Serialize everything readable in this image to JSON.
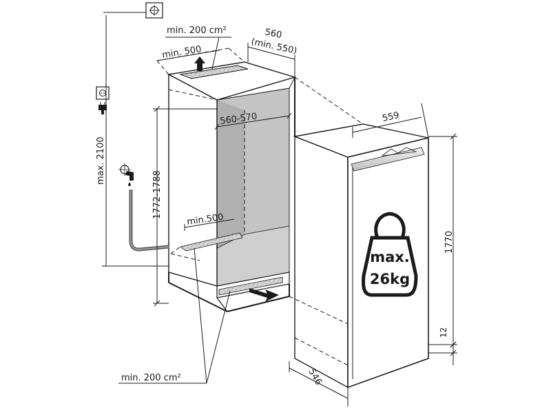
{
  "labels": {
    "vent_top": "min. 200 cm²",
    "depth_top": "min. 500",
    "width_niche": "560",
    "width_niche_min": "(min. 550)",
    "inner_width": "560-570",
    "width_unit": "559",
    "max_height": "max. 2100",
    "niche_height": "1772-1788",
    "depth_bottom": "min.500",
    "unit_height": "1770",
    "small_gap": "12",
    "unit_depth": "546",
    "vent_bottom": "min. 200 cm²",
    "weight_line1": "max.",
    "weight_line2": "26kg"
  },
  "icons": {
    "top_outlet": "socket-icon",
    "side_socket": "socket-icon",
    "plug": "plug-icon",
    "water_tap": "water-tap-icon",
    "weight": "weight-icon"
  },
  "colors": {
    "line": "#1a1a1a",
    "cabinet_inner": "#b8b8b8",
    "cabinet_side": "#d0d0d0",
    "panel_light": "#e8e8e8",
    "vent_pattern": "#bdbdbd"
  }
}
